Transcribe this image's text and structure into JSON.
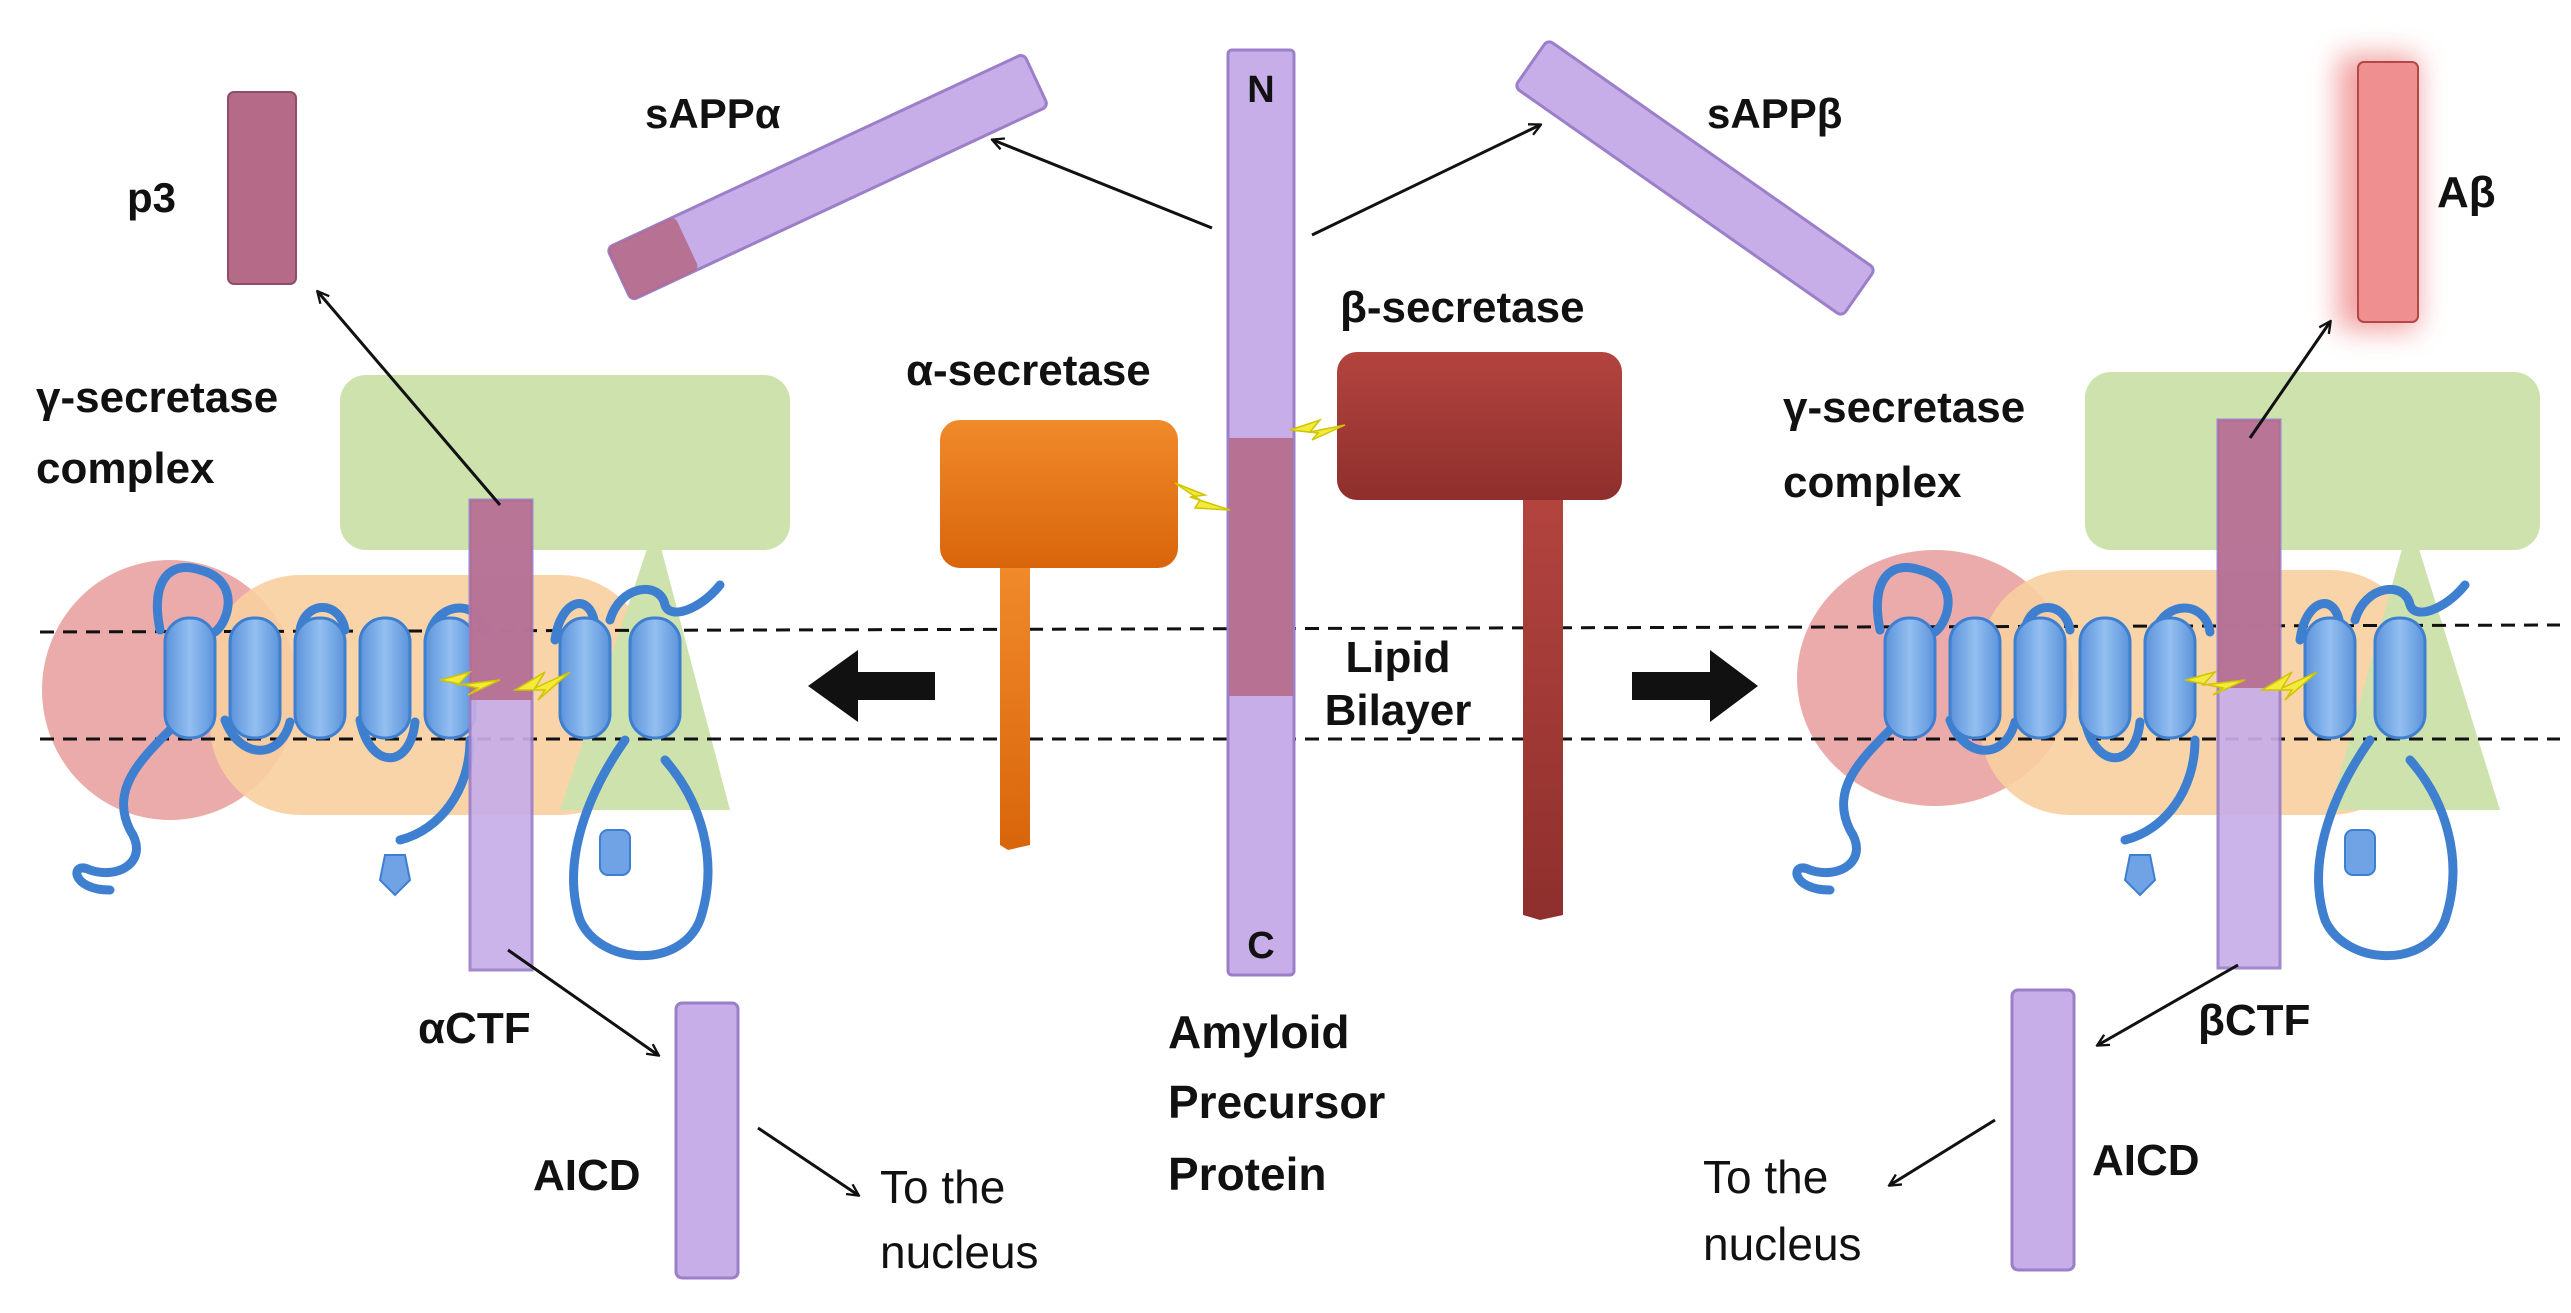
{
  "labels": {
    "p3": "p3",
    "sapp_alpha": "sAPPα",
    "sapp_beta": "sAPPβ",
    "abeta": "Aβ",
    "n_terminus": "N",
    "c_terminus": "C",
    "beta_secretase": "β-secretase",
    "alpha_secretase": "α-secretase",
    "gamma_left_1": "γ-secretase",
    "gamma_left_2": "complex",
    "gamma_right_1": "γ-secretase",
    "gamma_right_2": "complex",
    "lipid_1": "Lipid",
    "lipid_2": "Bilayer",
    "alpha_ctf": "αCTF",
    "beta_ctf": "βCTF",
    "aicd_left": "AICD",
    "aicd_right": "AICD",
    "nucleus_left_1": "To the",
    "nucleus_left_2": "nucleus",
    "nucleus_right_1": "To the",
    "nucleus_right_2": "nucleus",
    "app_1": "Amyloid",
    "app_2": "Precursor",
    "app_3": "Protein"
  },
  "colors": {
    "app_purple": "#c7aee8",
    "app_purple_stroke": "#9b7fc9",
    "fragment_mauve": "#b56a88",
    "abeta_red": "#f08f8f",
    "alpha_secretase_orange": "#e8720f",
    "beta_secretase_red": "#a03a38",
    "gamma_green": "#cde2ad",
    "gamma_peach": "#f9cfa0",
    "gamma_pink": "#eaa2a2",
    "helix_blue": "#6fa3e5",
    "helix_stroke": "#3e7fd0"
  }
}
